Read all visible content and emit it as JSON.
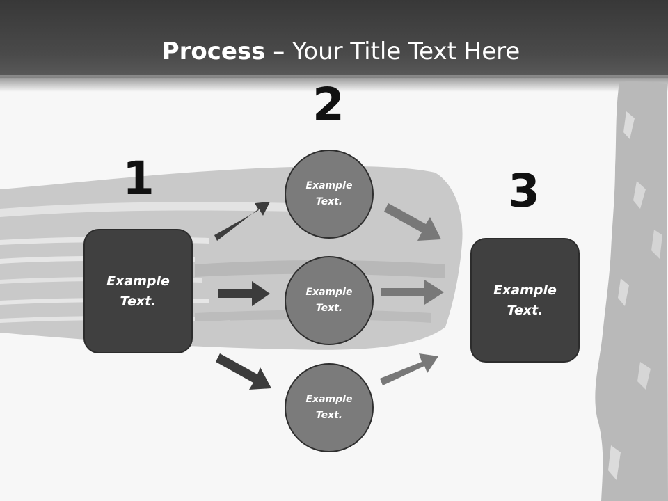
{
  "title": {
    "bold": "Process",
    "rest": " – Your Title Text Here"
  },
  "steps": [
    {
      "number": "1"
    },
    {
      "number": "2"
    },
    {
      "number": "3"
    }
  ],
  "nodes": {
    "start_box": "Example\nText.",
    "circle_top": "Example\nText.",
    "circle_mid": "Example\nText.",
    "circle_bottom": "Example\nText.",
    "end_box": "Example\nText."
  },
  "colors": {
    "header": "#404040",
    "box_fill": "#404040",
    "circle_fill": "#7b7b7b",
    "arrow_dark": "#3c3c3c",
    "arrow_light": "#787878",
    "brush": "#c8c8c8"
  }
}
